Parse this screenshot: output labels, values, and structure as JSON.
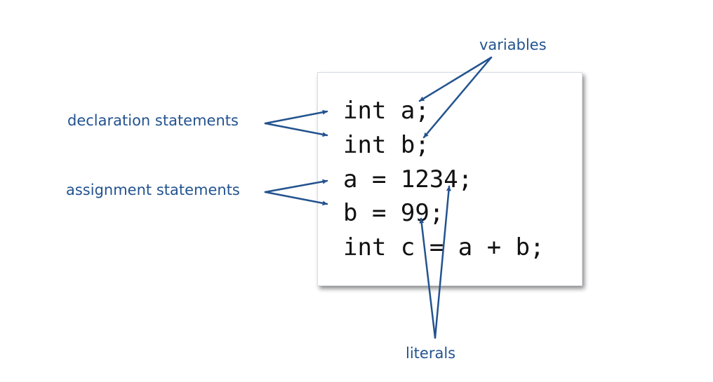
{
  "labels": {
    "variables": "variables",
    "declaration": "declaration statements",
    "assignment": "assignment statements",
    "literals": "literals"
  },
  "code_lines": [
    "int a;",
    "int b;",
    "a = 1234;",
    "b = 99;",
    "int c = a + b;"
  ],
  "colors": {
    "label": "#23538f",
    "arrow": "#23538f",
    "code": "#111111"
  }
}
